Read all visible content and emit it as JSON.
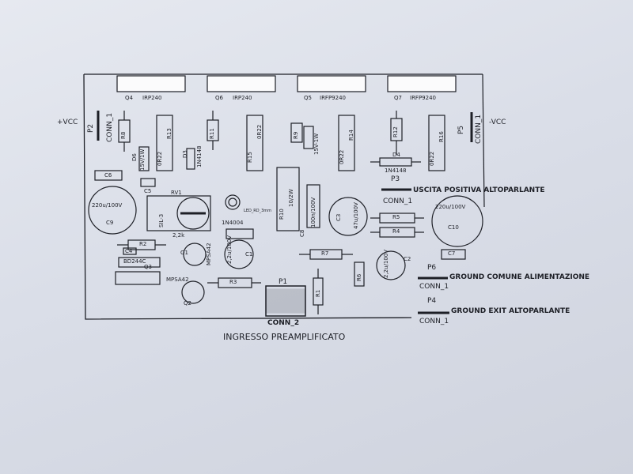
{
  "labels": {
    "q4": "Q4",
    "q4_type": "IRP240",
    "q6": "Q6",
    "q6_type": "IRP240",
    "q5": "Q5",
    "q5_type": "IRFP9240",
    "q7": "Q7",
    "q7_type": "IRFP9240",
    "vcc_plus": "+VCC",
    "vcc_minus": "-VCC",
    "p2": "P2",
    "p5": "P5",
    "conn1_left": "CONN_1",
    "conn1_right": "CONN_1",
    "r8": "R8",
    "r13": "R13",
    "r11": "R11",
    "r15": "R15",
    "r9": "R9",
    "r14": "R14",
    "r12": "R12",
    "r16": "R16",
    "or22_r13": "0R22",
    "or22_r15": "0R22",
    "or22_r14": "0R22",
    "or22_r16": "0R22",
    "d6": "D6",
    "d6_val": "15V/1W",
    "d3": "D3",
    "d3_val": "1N4148",
    "d5_val": "15V-1W",
    "d4": "D4",
    "d4_val": "1N4148",
    "p3": "P3",
    "p3_conn": "CONN_1",
    "uscita": "USCITA POSITIVA ALTOPARLANTE",
    "c6": "C6",
    "c5": "C5",
    "c9_val": "220u/100V",
    "c9": "C9",
    "rv1": "RV1",
    "rv_body": "SIL-3",
    "rv_val": "2,2k",
    "led": "LED_RD_3mm",
    "d_1n4004": "1N4004",
    "r10": "R10",
    "r10_val": "10/2W",
    "c8": "C8",
    "c8_val": "100n/100V",
    "c3": "C3",
    "c3_val": "47u/100V",
    "r5": "R5",
    "r4": "R4",
    "c10_val": "220u/100V",
    "c10": "C10",
    "r2": "R2",
    "c4": "C4",
    "bd244c": "BD244C",
    "q3": "Q3",
    "q1": "Q1",
    "mpsa42_q1": "MPSA42",
    "c1": "C1",
    "c1_val": "2,2u/100V",
    "r7": "R7",
    "r6": "R6",
    "c2": "C2",
    "c2_val": "2,2u/100V",
    "c7": "C7",
    "mpsa42_q2": "MPSA42",
    "q2": "Q2",
    "r3": "R3",
    "p1": "P1",
    "r1": "R1",
    "p6": "P6",
    "p6_conn": "CONN_1",
    "ground_comune": "GROUND COMUNE ALIMENTAZIONE",
    "p4": "P4",
    "p4_conn": "CONN_1",
    "ground_exit": "GROUND EXIT ALTOPARLANTE",
    "conn2": "CONN_2",
    "ingresso": "INGRESSO PREAMPLIFICATO"
  }
}
